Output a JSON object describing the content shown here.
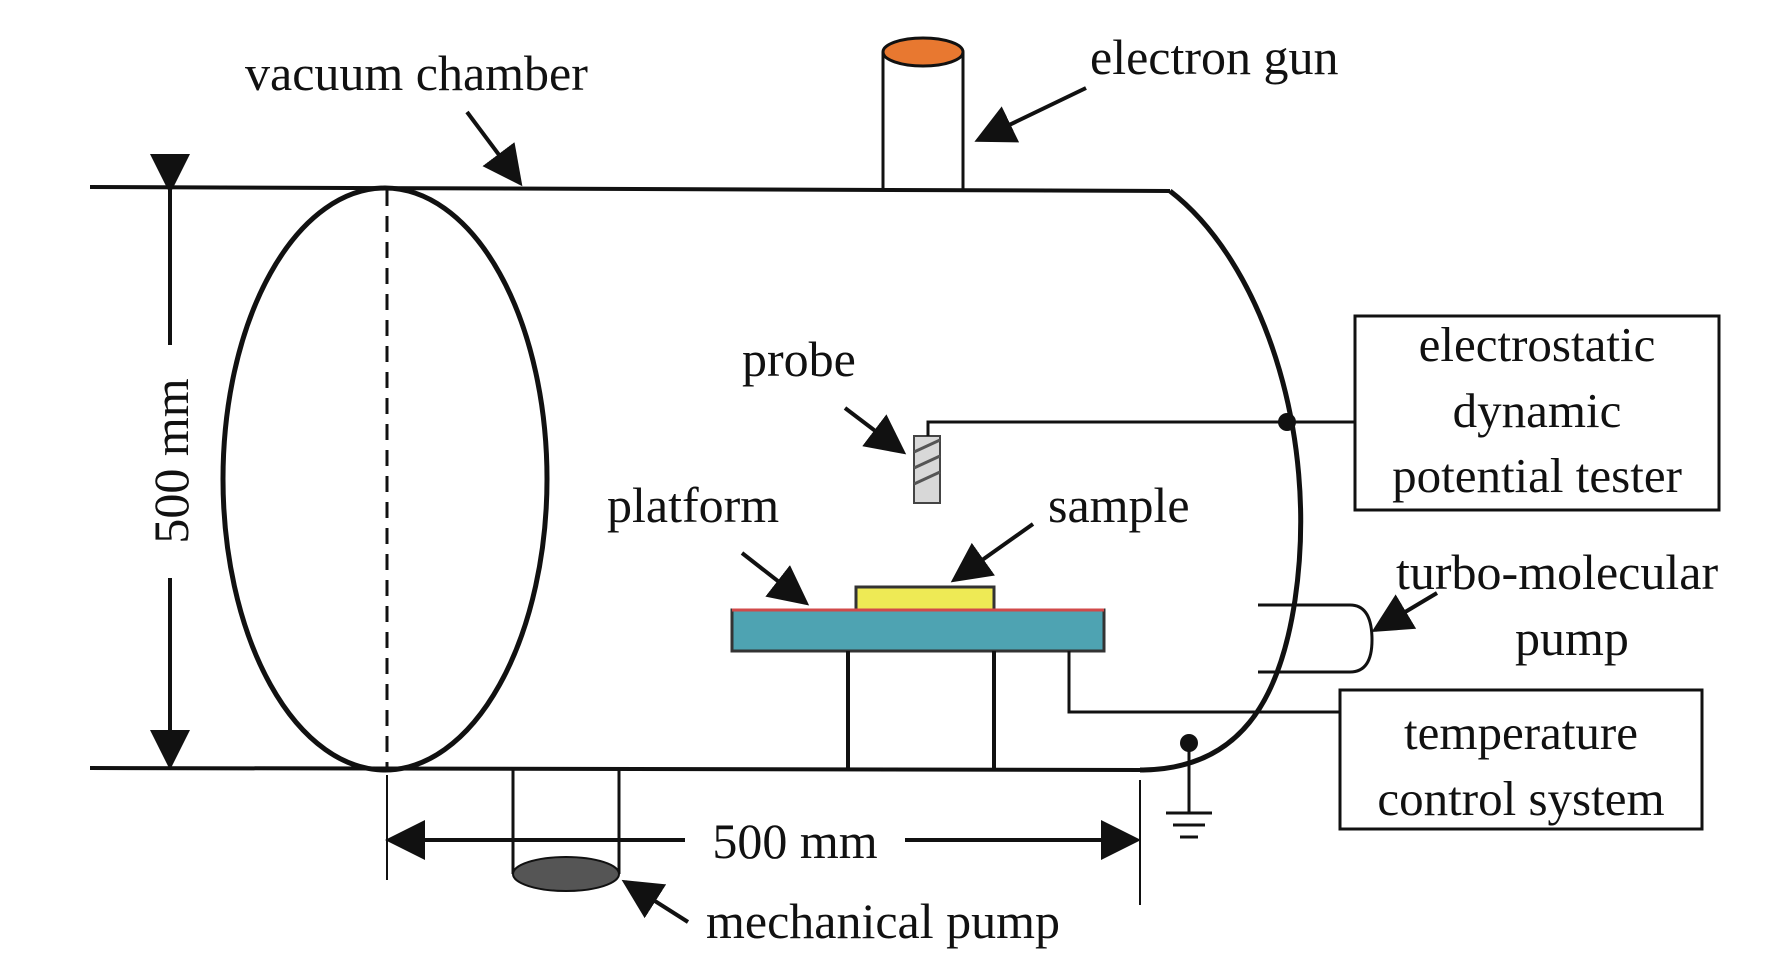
{
  "labels": {
    "vacuum_chamber": "vacuum chamber",
    "electron_gun": "electron gun",
    "probe": "probe",
    "platform": "platform",
    "sample": "sample",
    "mechanical_pump": "mechanical pump",
    "turbo_pump_line1": "turbo-molecular",
    "turbo_pump_line2": "pump"
  },
  "boxes": {
    "electrostatic_tester": [
      "electrostatic",
      "dynamic",
      "potential tester"
    ],
    "temperature_control": [
      "temperature",
      "control system"
    ]
  },
  "dimensions": {
    "height": "500 mm",
    "length": "500 mm"
  },
  "colors": {
    "gun_top": "#e87830",
    "sample": "#eeea55",
    "platform": "#4ea3b2",
    "pump_disc": "#555555",
    "probe_fill": "#d8d8d8",
    "line": "#111111"
  }
}
